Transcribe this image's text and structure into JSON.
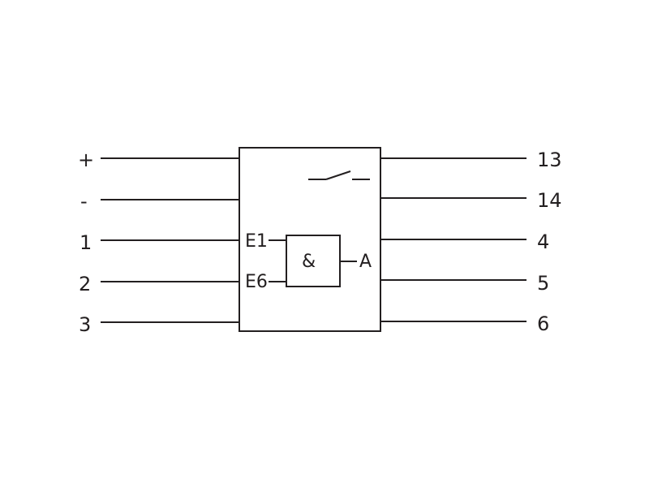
{
  "terminals": {
    "left": [
      "+",
      "-",
      "1",
      "2",
      "3"
    ],
    "right": [
      "13",
      "14",
      "4",
      "5",
      "6"
    ]
  },
  "gate": {
    "symbol": "&",
    "input_top": "E1",
    "input_bottom": "E6",
    "output": "A"
  },
  "colors": {
    "stroke": "#231f20",
    "background": "#ffffff"
  }
}
